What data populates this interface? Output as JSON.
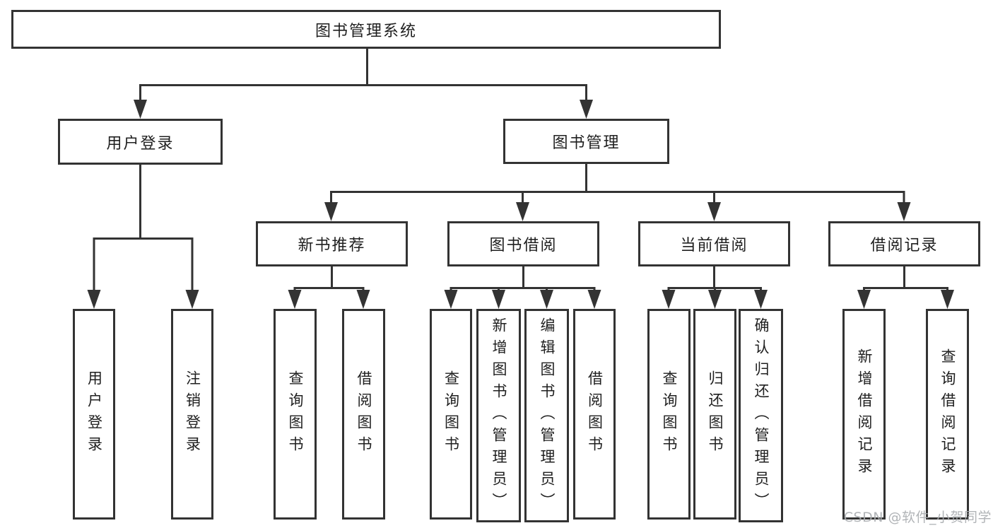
{
  "nodes": {
    "root": "图书管理系统",
    "level2": [
      "用户登录",
      "图书管理"
    ],
    "level3": [
      "新书推荐",
      "图书借阅",
      "当前借阅",
      "借阅记录"
    ],
    "leaves": [
      "用户登录",
      "注销登录",
      "查询图书",
      "借阅图书",
      "查询图书",
      "新增图书（管理员）",
      "编辑图书（管理员）",
      "借阅图书",
      "查询图书",
      "归还图书",
      "确认归还（管理员）",
      "新增借阅记录",
      "查询借阅记录"
    ]
  },
  "watermark": "CSDN @软件_小贺同学",
  "colors": {
    "line": "#333333",
    "box_border": "#333333",
    "box_fill": "#ffffff",
    "text": "#1f1f1f",
    "watermark": "#a9acb0",
    "background": "#ffffff"
  }
}
